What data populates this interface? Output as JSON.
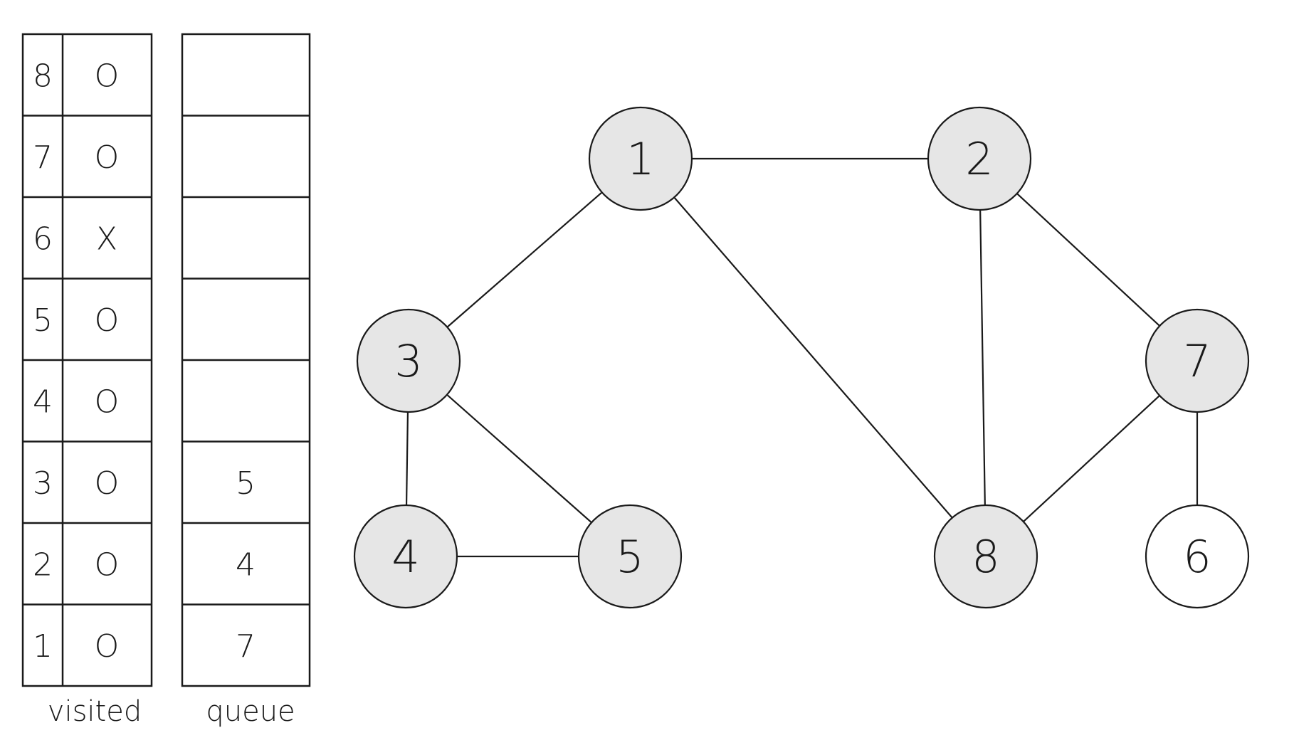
{
  "visited": {
    "caption": "visited",
    "rows": [
      {
        "index": "8",
        "value": "O"
      },
      {
        "index": "7",
        "value": "O"
      },
      {
        "index": "6",
        "value": "X"
      },
      {
        "index": "5",
        "value": "O"
      },
      {
        "index": "4",
        "value": "O"
      },
      {
        "index": "3",
        "value": "O"
      },
      {
        "index": "2",
        "value": "O"
      },
      {
        "index": "1",
        "value": "O"
      }
    ]
  },
  "queue": {
    "caption": "queue",
    "cells": [
      "",
      "",
      "",
      "",
      "",
      "5",
      "4",
      "7"
    ]
  },
  "graph": {
    "nodes": [
      {
        "id": "1",
        "label": "1",
        "filled": true
      },
      {
        "id": "2",
        "label": "2",
        "filled": true
      },
      {
        "id": "3",
        "label": "3",
        "filled": true
      },
      {
        "id": "4",
        "label": "4",
        "filled": true
      },
      {
        "id": "5",
        "label": "5",
        "filled": true
      },
      {
        "id": "6",
        "label": "6",
        "filled": false
      },
      {
        "id": "7",
        "label": "7",
        "filled": true
      },
      {
        "id": "8",
        "label": "8",
        "filled": true
      }
    ],
    "edges": [
      [
        "1",
        "2"
      ],
      [
        "1",
        "3"
      ],
      [
        "1",
        "8"
      ],
      [
        "2",
        "8"
      ],
      [
        "2",
        "7"
      ],
      [
        "3",
        "4"
      ],
      [
        "3",
        "5"
      ],
      [
        "4",
        "5"
      ],
      [
        "7",
        "8"
      ],
      [
        "7",
        "6"
      ]
    ]
  },
  "colors": {
    "node_fill": "#e6e6e6",
    "node_empty_fill": "#ffffff",
    "stroke": "#1a1a1a"
  }
}
